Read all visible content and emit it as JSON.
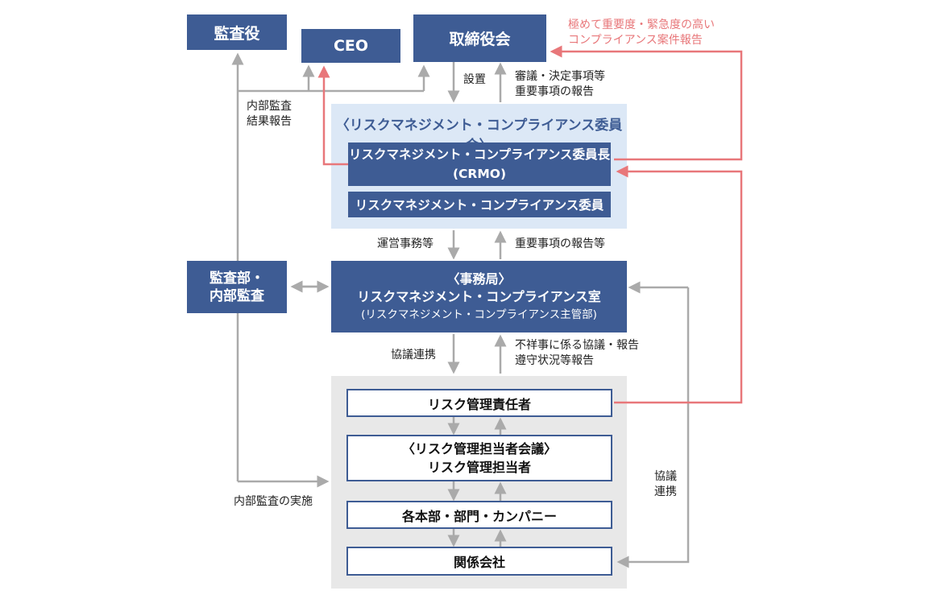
{
  "top": {
    "auditor": "監査役",
    "ceo": "CEO",
    "board": "取締役会"
  },
  "red_note": [
    "極めて重要度・緊急度の高い",
    "コンプライアンス案件報告"
  ],
  "labels": {
    "setchi": "設置",
    "shingi": [
      "審議・決定事項等",
      "重要事項の報告"
    ],
    "internal_audit_report": [
      "内部監査",
      "結果報告"
    ],
    "unei": "運営事務等",
    "juyo_report": "重要事項の報告等",
    "kyogi_renkei": "協議連携",
    "fushoji": [
      "不祥事に係る協議・報告",
      "遵守状況等報告"
    ],
    "internal_audit_impl": "内部監査の実施",
    "right_kyogi": [
      "協議",
      "連携"
    ]
  },
  "committee": {
    "title": "〈リスクマネジメント・コンプライアンス委員会〉",
    "chair": [
      "リスクマネジメント・コンプライアンス委員長",
      "(CRMO)"
    ],
    "member": "リスクマネジメント・コンプライアンス委員"
  },
  "audit_dept": [
    "監査部・",
    "内部監査"
  ],
  "secretariat": {
    "line1": "〈事務局〉",
    "line2": "リスクマネジメント・コンプライアンス室",
    "line3": "(リスクマネジメント・コンプライアンス主管部)"
  },
  "lower": {
    "risk_manager": "リスク管理責任者",
    "meeting": [
      "〈リスク管理担当者会議〉",
      "リスク管理担当者"
    ],
    "departments": "各本部・部門・カンパニー",
    "affiliates": "関係会社"
  },
  "colors": {
    "navy": "#3e5c94",
    "red": "#e8777a",
    "committee_bg": "#dce8f6",
    "lower_bg": "#e8e8e8",
    "arrow_gray": "#aaaaaa"
  }
}
